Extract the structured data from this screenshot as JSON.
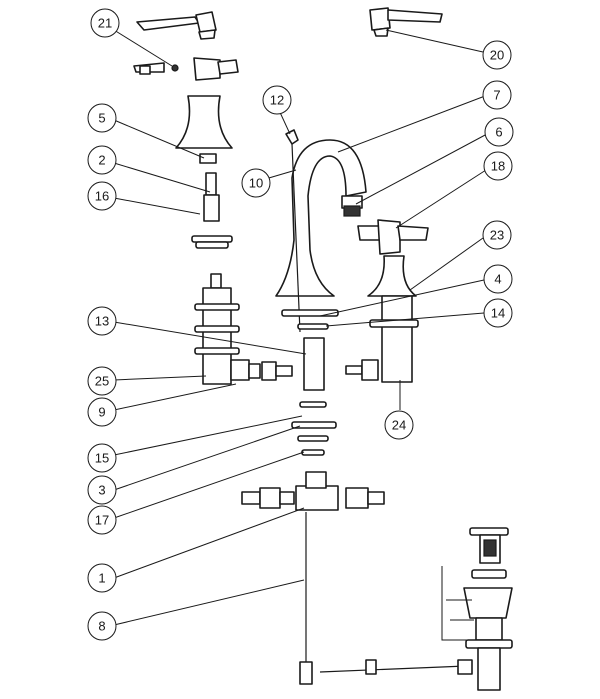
{
  "callouts": [
    {
      "id": "c21",
      "label": "21"
    },
    {
      "id": "c20",
      "label": "20"
    },
    {
      "id": "c12",
      "label": "12"
    },
    {
      "id": "c7",
      "label": "7"
    },
    {
      "id": "c5",
      "label": "5"
    },
    {
      "id": "c6",
      "label": "6"
    },
    {
      "id": "c2",
      "label": "2"
    },
    {
      "id": "c10",
      "label": "10"
    },
    {
      "id": "c18",
      "label": "18"
    },
    {
      "id": "c16",
      "label": "16"
    },
    {
      "id": "c23",
      "label": "23"
    },
    {
      "id": "c4",
      "label": "4"
    },
    {
      "id": "c14",
      "label": "14"
    },
    {
      "id": "c13",
      "label": "13"
    },
    {
      "id": "c25",
      "label": "25"
    },
    {
      "id": "c9",
      "label": "9"
    },
    {
      "id": "c24",
      "label": "24"
    },
    {
      "id": "c15",
      "label": "15"
    },
    {
      "id": "c3",
      "label": "3"
    },
    {
      "id": "c17",
      "label": "17"
    },
    {
      "id": "c1",
      "label": "1"
    },
    {
      "id": "c8",
      "label": "8"
    }
  ]
}
